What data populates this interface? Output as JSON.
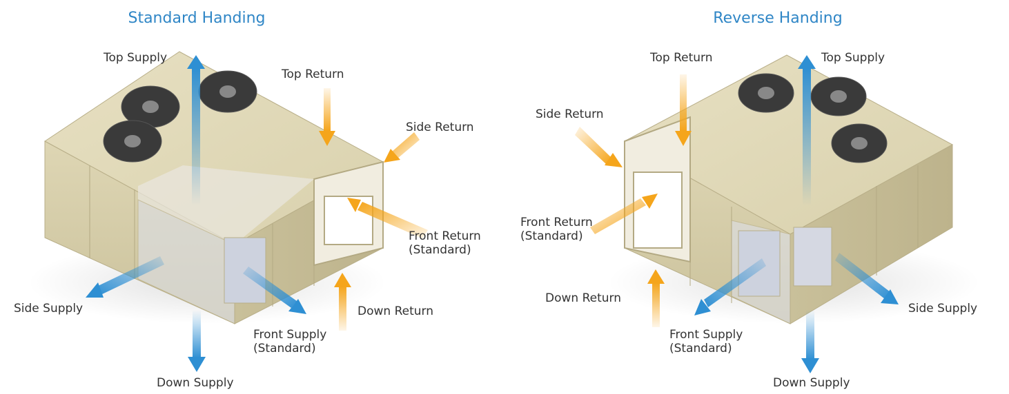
{
  "colors": {
    "title": "#2f86c6",
    "supply_arrow": "#2e8fd3",
    "return_arrow": "#f5a51b",
    "unit_body": "#d8cfa9",
    "label_text": "#333333"
  },
  "panels": [
    {
      "title": "Standard Handing",
      "labels": {
        "top_supply": "Top Supply",
        "top_return": "Top Return",
        "side_return": "Side Return",
        "front_return_1": "Front Return",
        "front_return_2": "(Standard)",
        "side_supply": "Side Supply",
        "front_supply_1": "Front Supply",
        "front_supply_2": "(Standard)",
        "down_return": "Down Return",
        "down_supply": "Down Supply"
      }
    },
    {
      "title": "Reverse Handing",
      "labels": {
        "top_return": "Top Return",
        "top_supply": "Top Supply",
        "side_return": "Side Return",
        "front_return_1": "Front Return",
        "front_return_2": "(Standard)",
        "down_return": "Down Return",
        "front_supply_1": "Front Supply",
        "front_supply_2": "(Standard)",
        "side_supply": "Side Supply",
        "down_supply": "Down Supply"
      }
    }
  ]
}
